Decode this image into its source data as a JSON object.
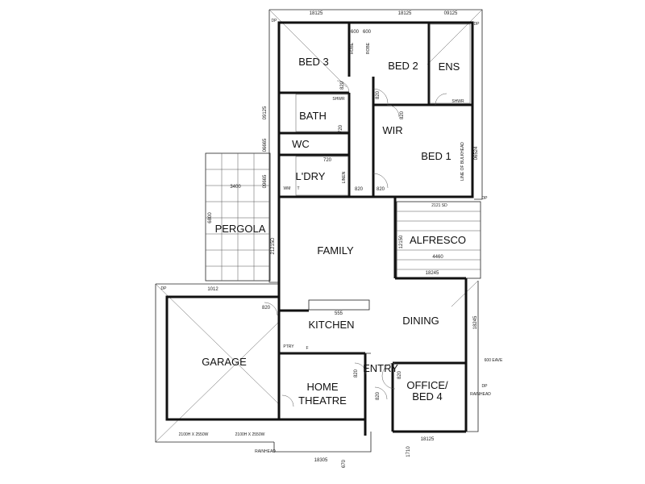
{
  "rooms": {
    "bed3": "BED 3",
    "bed2": "BED 2",
    "ens": "ENS",
    "bath": "BATH",
    "wc": "WC",
    "wir": "WIR",
    "bed1": "BED 1",
    "ldry": "L'DRY",
    "pergola": "PERGOLA",
    "family": "FAMILY",
    "alfresco": "ALFRESCO",
    "kitchen": "KITCHEN",
    "dining": "DINING",
    "garage": "GARAGE",
    "entry": "ENTRY",
    "home_theatre_1": "HOME",
    "home_theatre_2": "THEATRE",
    "office_1": "OFFICE/",
    "office_2": "BED 4"
  },
  "labels": {
    "robe1": "ROBE",
    "robe2": "ROBE",
    "linen": "LINEN",
    "ptry": "PTRY",
    "shwr": "SHWR",
    "shwr2": "SHWR",
    "wm": "WM",
    "trough": "T",
    "fridge": "F",
    "bulkhead": "LINE OF BULKHEAD",
    "dp1": "DP",
    "dp2": "DP",
    "dp3": "DP",
    "dp4": "DP",
    "dp5": "DP",
    "eave": "600 EAVE",
    "rainhead1": "RAINHEAD",
    "rainhead2": "RAINHEAD",
    "garage_door1": "2100H X 2550W",
    "garage_door2": "2100H X 2550W",
    "sd": "2121 SD"
  },
  "dimensions": {
    "d1": "18125",
    "d2": "18125",
    "d3": "09125",
    "d4": "600",
    "d5": "600",
    "d6": "820",
    "d7": "820",
    "d8": "820",
    "d9": "820",
    "d10": "820",
    "d11": "820",
    "d12": "820",
    "d13": "820",
    "d14": "820",
    "d15": "720",
    "d16": "720",
    "d17": "09125",
    "d18": "06665",
    "d19": "09665",
    "d20": "3400",
    "d21": "6800",
    "d22": "21215D",
    "d23": "06524",
    "d24": "4460",
    "d25": "18245",
    "d26": "18245",
    "d27": "1012",
    "d28": "18125",
    "d29": "18305",
    "d30": "1710",
    "d31": "670",
    "d32": "555",
    "d33": "12150"
  }
}
